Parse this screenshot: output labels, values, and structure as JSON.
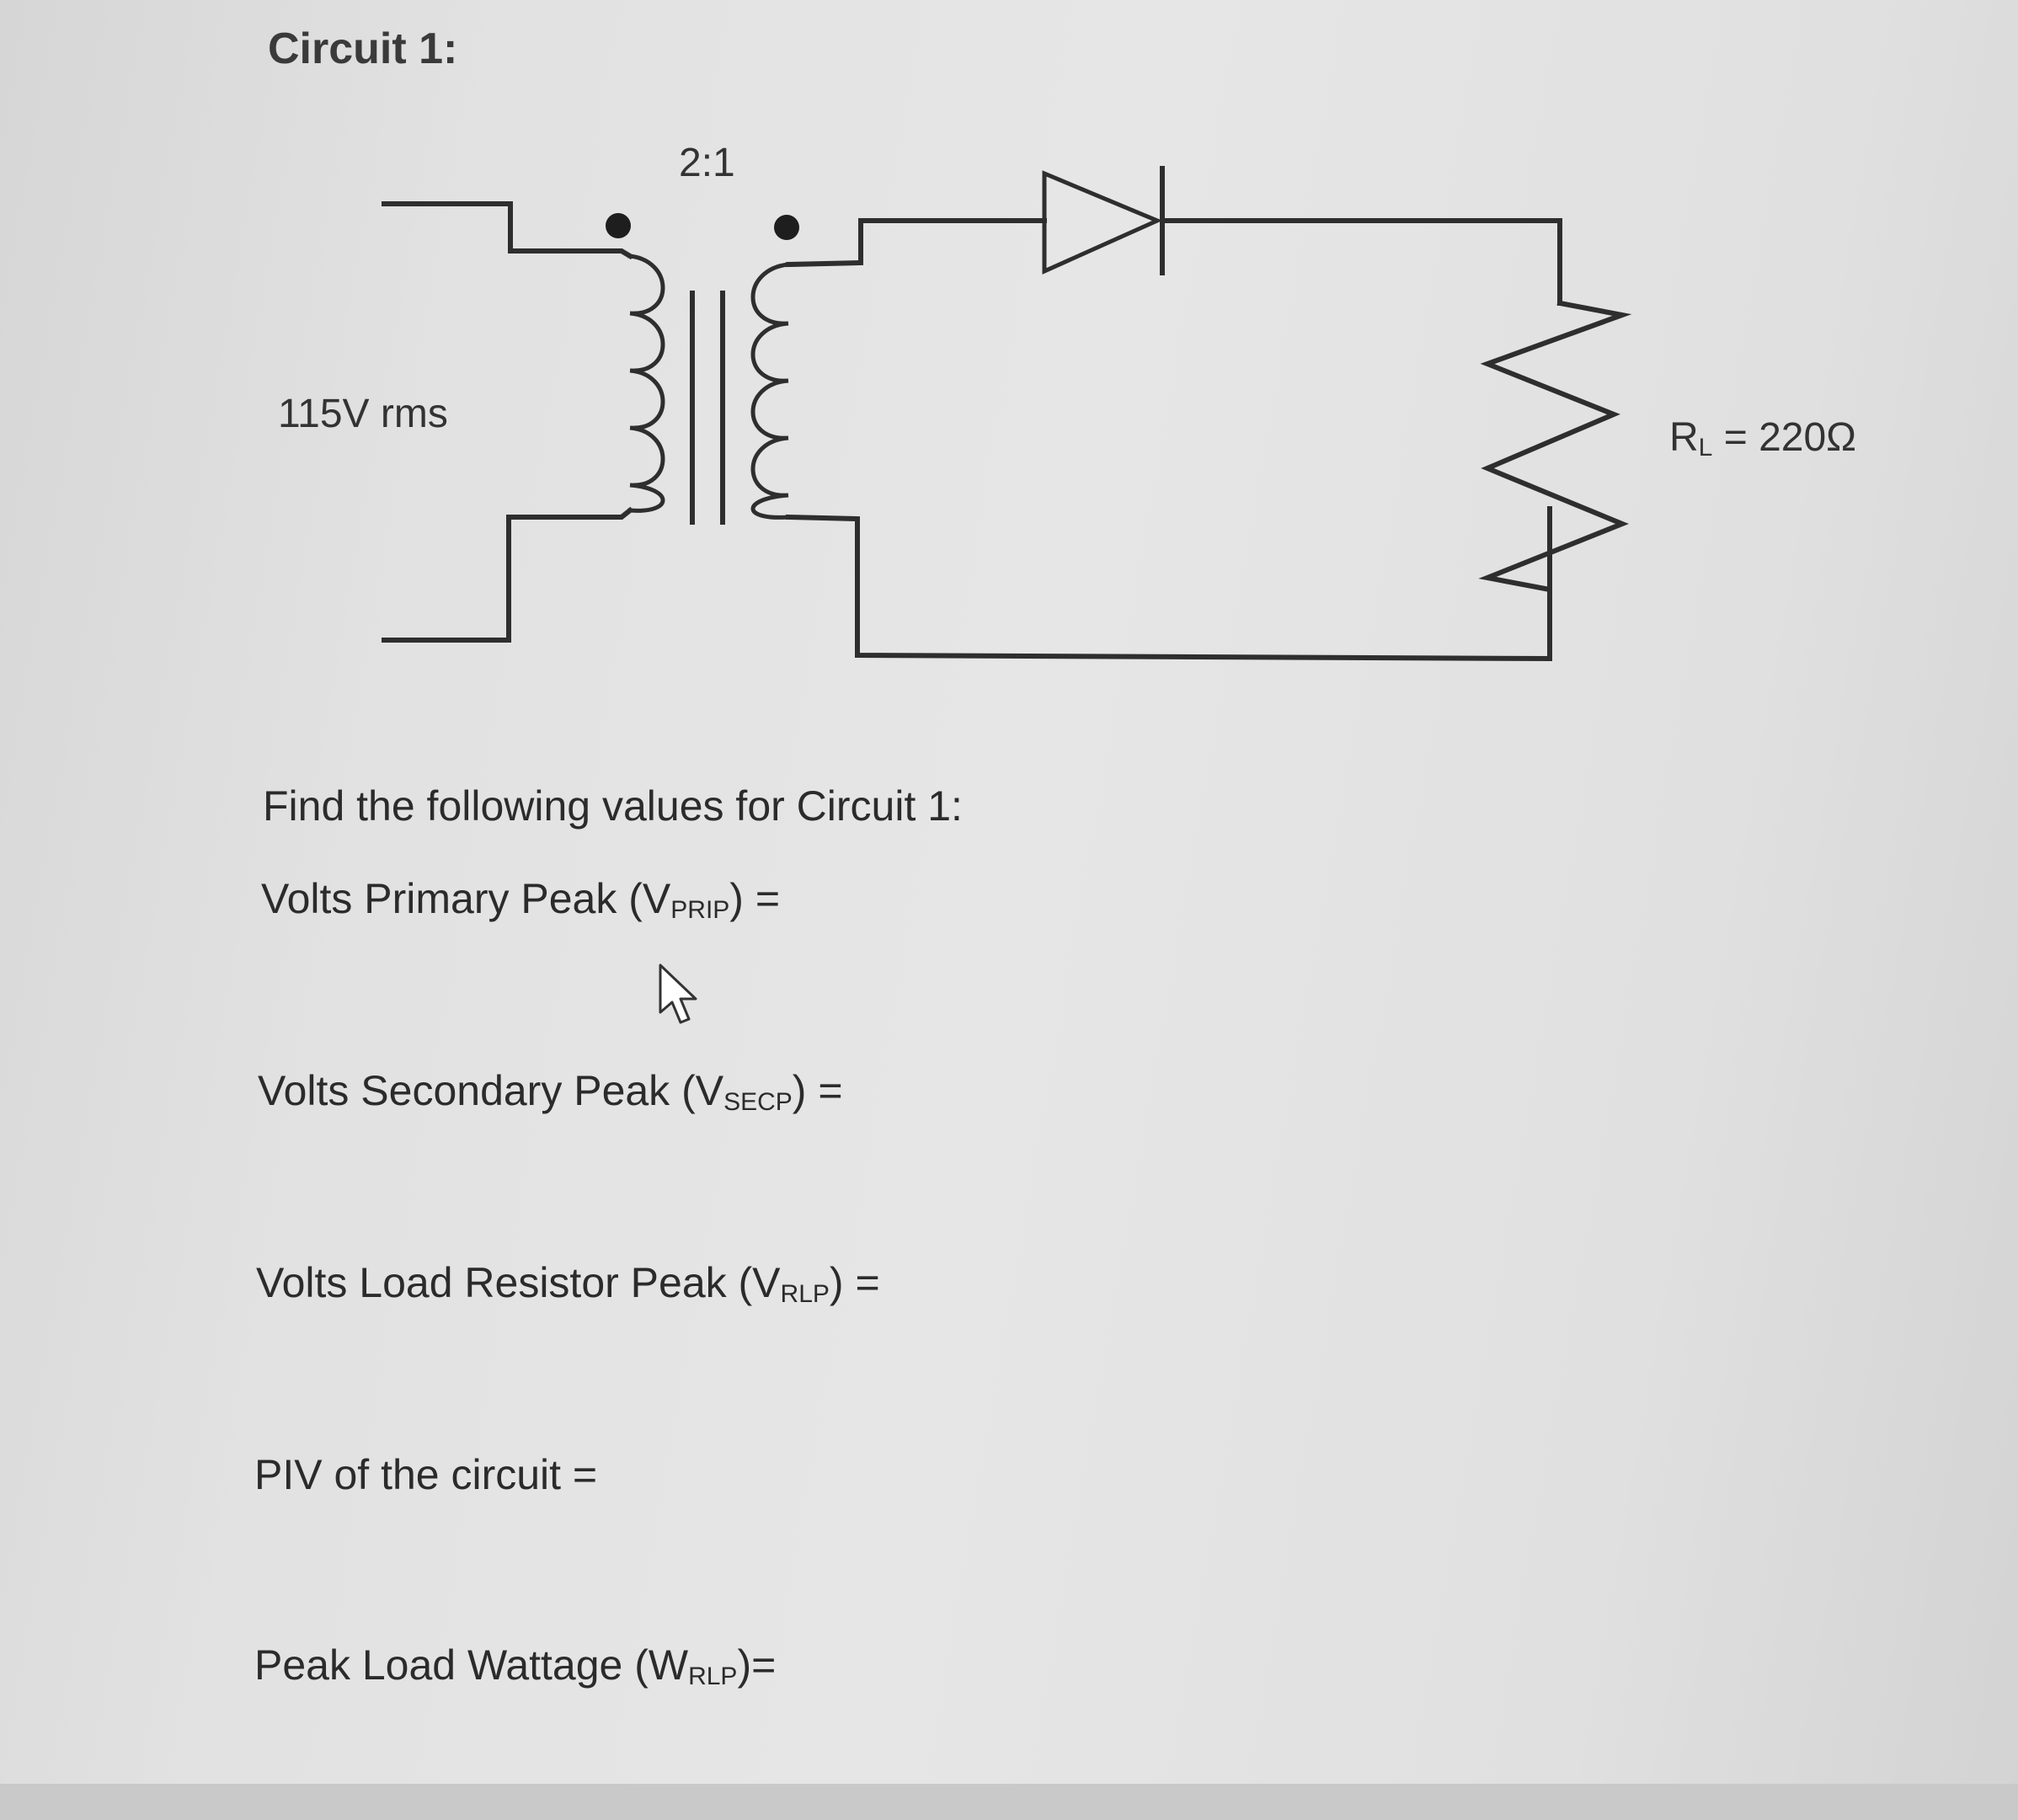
{
  "title": "Circuit 1:",
  "circuit": {
    "turns_ratio": "2:1",
    "source_label": "115V rms",
    "load_label_prefix": "R",
    "load_label_sub": "L",
    "load_label_value": " = 220Ω"
  },
  "intro": "Find the following values for Circuit 1:",
  "questions": [
    {
      "before": "Volts Primary Peak (V",
      "sub": "PRIP",
      "after": ") ="
    },
    {
      "before": "Volts Secondary Peak (V",
      "sub": "SECP",
      "after": ") ="
    },
    {
      "before": "Volts Load Resistor Peak (V",
      "sub": "RLP",
      "after": ") ="
    },
    {
      "before": "PIV of the circuit =",
      "sub": "",
      "after": ""
    },
    {
      "before": "Peak Load Wattage (W",
      "sub": "RLP",
      "after": ")="
    }
  ],
  "icons": {
    "cursor": "arrow-cursor-icon",
    "diode": "diode-icon",
    "resistor": "resistor-icon",
    "transformer": "transformer-icon"
  }
}
